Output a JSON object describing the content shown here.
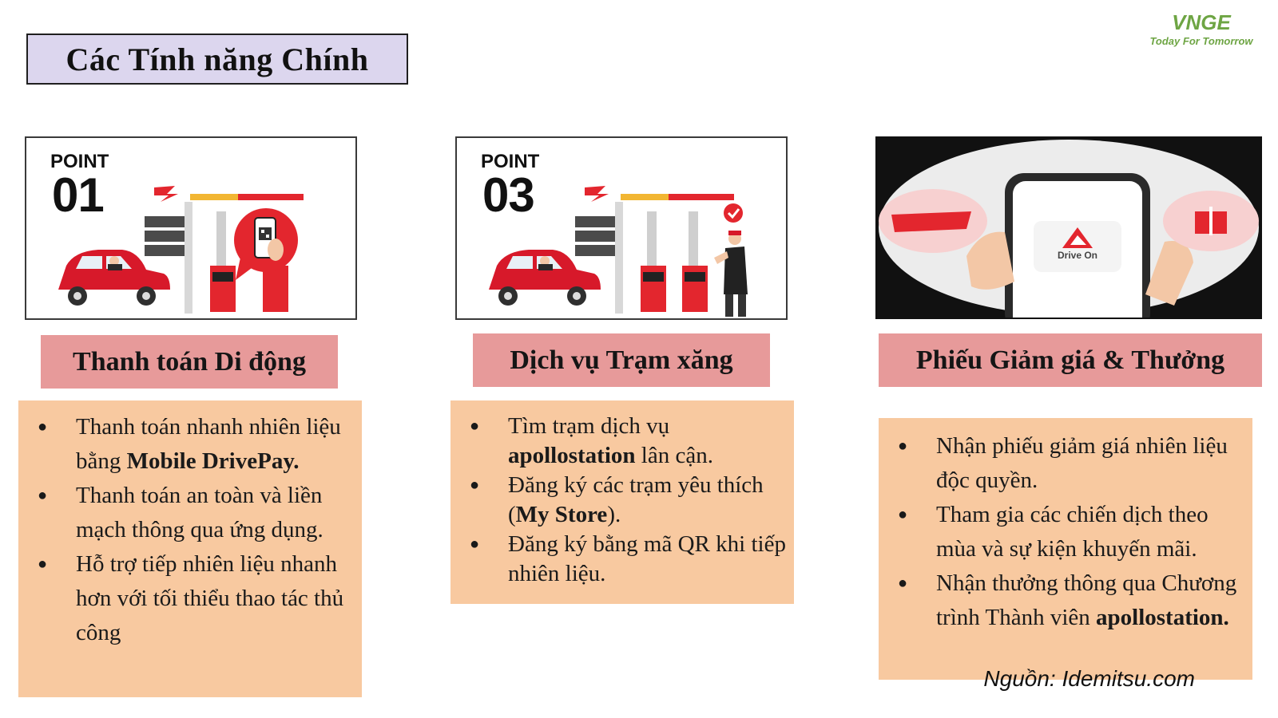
{
  "title": "Các Tính năng Chính",
  "logo": {
    "mark": "VNGE",
    "tagline": "Today For Tomorrow"
  },
  "cards": [
    {
      "point_label": "POINT",
      "point_number": "01",
      "heading": "Thanh toán Di động",
      "bullets": [
        [
          "Thanh toán nhanh nhiên liệu bằng ",
          "Mobile DrivePay."
        ],
        [
          "Thanh toán an toàn và liền mạch thông qua ứng dụng.",
          ""
        ],
        [
          "Hỗ trợ tiếp nhiên liệu nhanh hơn với tối thiểu thao tác thủ công",
          ""
        ]
      ]
    },
    {
      "point_label": "POINT",
      "point_number": "03",
      "heading": "Dịch vụ Trạm xăng",
      "bullets": [
        [
          "Tìm trạm dịch vụ ",
          "apollostation",
          " lân cận."
        ],
        [
          "Đăng ký các trạm yêu thích  (",
          "My Store",
          ")."
        ],
        [
          "Đăng ký bằng mã QR khi tiếp nhiên liệu.",
          "",
          ""
        ]
      ]
    },
    {
      "app_label": "Drive On",
      "heading": "Phiếu Giảm giá & Thưởng",
      "bullets": [
        [
          "Nhận phiếu giảm giá nhiên liệu độc quyền.",
          ""
        ],
        [
          "Tham gia các chiến dịch theo mùa và sự kiện khuyến mãi.",
          ""
        ],
        [
          "Nhận thưởng thông qua Chương trình Thành viên ",
          "apollostation."
        ]
      ]
    }
  ],
  "source": "Nguồn: Idemitsu.com",
  "colors": {
    "title_bg": "#dcd6ee",
    "heading_bg": "#e79a9a",
    "body_bg": "#f8c9a0",
    "brand_red": "#e3262e",
    "logo_green": "#6ea544"
  }
}
